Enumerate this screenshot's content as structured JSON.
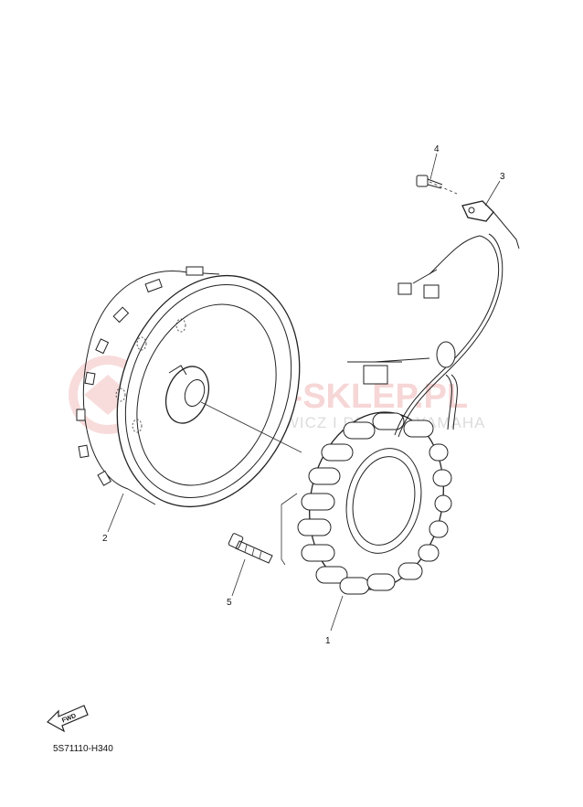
{
  "watermark": {
    "main_text": "AMA-SKLEP.PL",
    "sub_text": "WOJCIECHOWICZ I DEALER YAMAHA"
  },
  "callouts": [
    {
      "number": "1",
      "part": "stator"
    },
    {
      "number": "2",
      "part": "rotor"
    },
    {
      "number": "3",
      "part": "clamp"
    },
    {
      "number": "4",
      "part": "screw"
    },
    {
      "number": "5",
      "part": "bolt"
    }
  ],
  "direction_arrow": {
    "label": "FWD"
  },
  "diagram_code": "5S71110-H340"
}
